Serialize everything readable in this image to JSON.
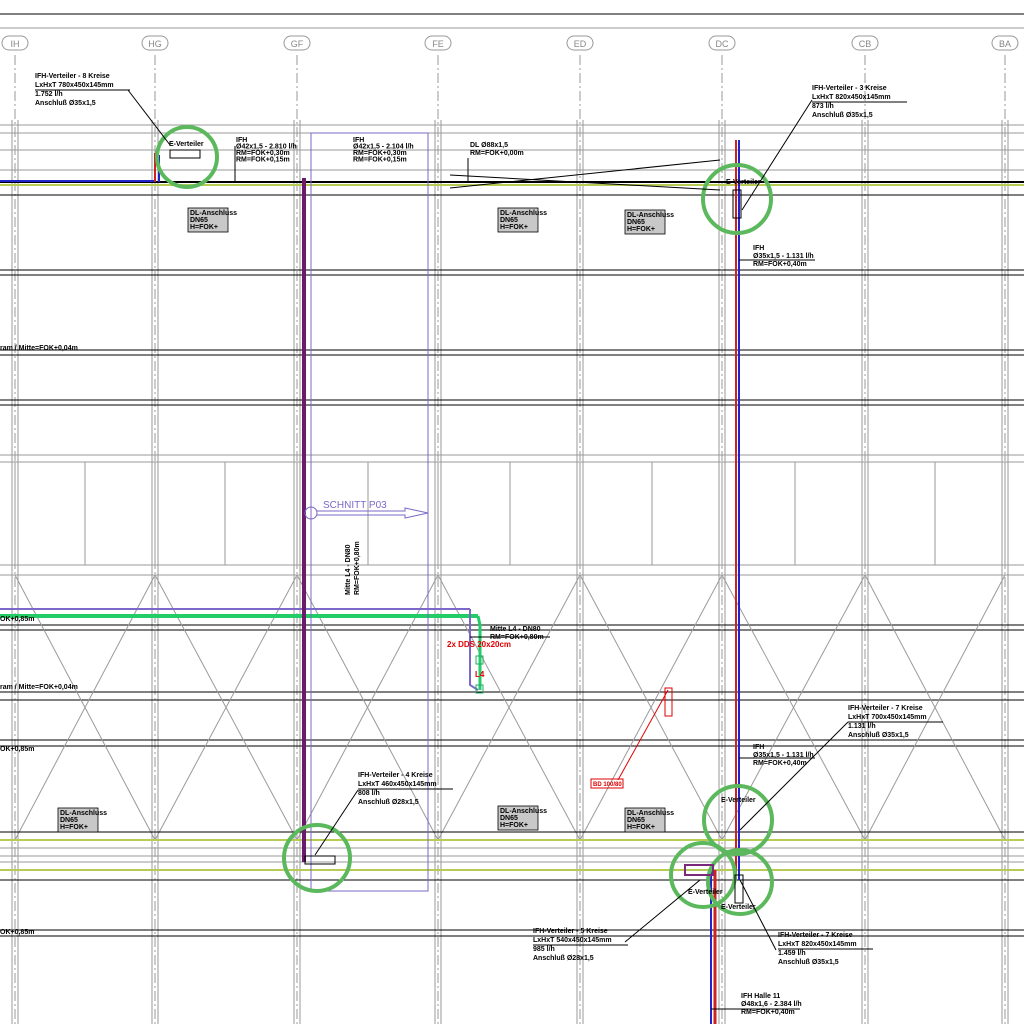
{
  "axes": [
    "IH",
    "HG",
    "GF",
    "FE",
    "ED",
    "DC",
    "CB",
    "BA"
  ],
  "colors": {
    "grid": "#9a9a9a",
    "highlight": "#5cb85c",
    "supply": "#cc2222",
    "return": "#2222cc",
    "riser": "#6a1b6a",
    "section": "#7b68c8",
    "vent": "#22cc66",
    "red_label": "#e00000"
  },
  "annotations": {
    "ifh_hg": [
      "IFH-Verteiler - 8 Kreise",
      "LxHxT 780x450x145mm",
      "1.752 l/h",
      "Anschluß Ø35x1,5"
    ],
    "ifh_dc_top": [
      "IFH-Verteiler - 3 Kreise",
      "LxHxT 820x450x145mm",
      "873 l/h",
      "Anschluß Ø35x1,5"
    ],
    "ifh_pipe_1": [
      "IFH",
      "Ø42x1,5 - 2.810 l/h",
      "RM=FOK+0,30m",
      "RM=FOK+0,15m"
    ],
    "ifh_pipe_2": [
      "IFH",
      "Ø42x1,5 - 2.104 l/h",
      "RM=FOK+0,30m",
      "RM=FOK+0,15m"
    ],
    "dl_pipe": [
      "DL Ø88x1,5",
      "RM=FOK+0,00m"
    ],
    "ifh_riser_top": [
      "IFH",
      "Ø35x1,5 - 1.131 l/h",
      "RM=FOK+0,40m"
    ],
    "ifh_riser_mid": [
      "IFH",
      "Ø35x1,5 - 1.131 l/h",
      "RM=FOK+0,40m"
    ],
    "ifh_dc_7": [
      "IFH-Verteiler - 7 Kreise",
      "LxHxT 700x450x145mm",
      "1.131 l/h",
      "Anschluß Ø35x1,5"
    ],
    "ifh_gf_4": [
      "IFH-Verteiler - 4 Kreise",
      "LxHxT 460x450x145mm",
      "808 l/h",
      "Anschluß Ø28x1,5"
    ],
    "ifh_ed_5": [
      "IFH-Verteiler - 5 Kreise",
      "LxHxT 540x450x145mm",
      "985 l/h",
      "Anschluß Ø28x1,5"
    ],
    "ifh_dc_7b": [
      "IFH-Verteiler - 7 Kreise",
      "LxHxT 820x450x145mm",
      "1.459 l/h",
      "Anschluß Ø35x1,5"
    ],
    "ifh_halle": [
      "IFH Halle 11",
      "Ø48x1,6 - 2.384 l/h",
      "RM=FOK+0,40m"
    ],
    "dl_box": [
      "DL-Anschluss",
      "DN65",
      "H=FOK+"
    ],
    "e_verteiler": "E-Verteiler",
    "section": "SCHNITT P03",
    "vertical_note": [
      "Mitte L4 - DN80",
      "RM=FOK+0,80m"
    ],
    "mitte_l4": [
      "Mitte L4 - DN80",
      "RM=FOK+0,80m"
    ],
    "red_note": "2x DDS 20x20cm",
    "l4": "L4",
    "bd": "BD 100/80",
    "left_edge": [
      "ram / Mitte=FOK+0,04m",
      "OK+0,85m",
      "ram / Mitte=FOK+0,04m",
      "OK+0,85m",
      "OK+0,85m"
    ]
  }
}
